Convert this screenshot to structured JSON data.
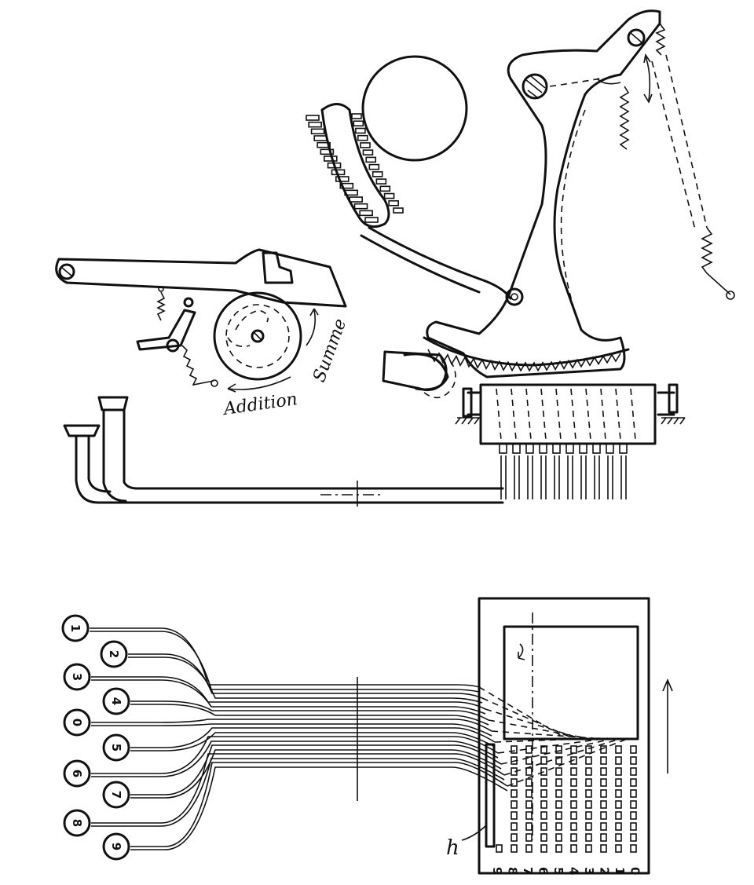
{
  "labels": {
    "addition": "Addition",
    "summe": "Summe",
    "h": "h"
  },
  "keys": [
    "1",
    "2",
    "3",
    "4",
    "0",
    "5",
    "6",
    "7",
    "8",
    "9"
  ],
  "row_numbers": [
    "9",
    "8",
    "7",
    "6",
    "5",
    "4",
    "3",
    "2",
    "1",
    "0"
  ],
  "colors": {
    "ink": "#111111",
    "paper": "#ffffff"
  }
}
